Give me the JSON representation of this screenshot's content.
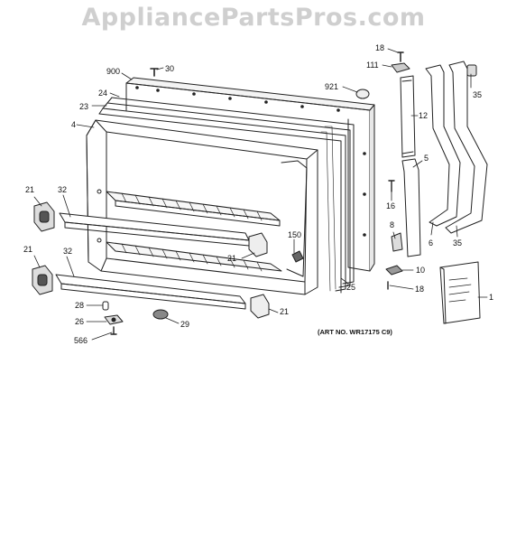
{
  "watermark": "AppliancePartsPros.com",
  "art_number": "(ART NO. WR17175 C9)",
  "callouts": [
    {
      "id": "c-900",
      "text": "900"
    },
    {
      "id": "c-30",
      "text": "30"
    },
    {
      "id": "c-24",
      "text": "24"
    },
    {
      "id": "c-23",
      "text": "23"
    },
    {
      "id": "c-4",
      "text": "4"
    },
    {
      "id": "c-921",
      "text": "921"
    },
    {
      "id": "c-18a",
      "text": "18"
    },
    {
      "id": "c-111",
      "text": "111"
    },
    {
      "id": "c-35a",
      "text": "35"
    },
    {
      "id": "c-12",
      "text": "12"
    },
    {
      "id": "c-5",
      "text": "5"
    },
    {
      "id": "c-16",
      "text": "16"
    },
    {
      "id": "c-8",
      "text": "8"
    },
    {
      "id": "c-6",
      "text": "6"
    },
    {
      "id": "c-35b",
      "text": "35"
    },
    {
      "id": "c-10",
      "text": "10"
    },
    {
      "id": "c-18b",
      "text": "18"
    },
    {
      "id": "c-1",
      "text": "1"
    },
    {
      "id": "c-21a",
      "text": "21"
    },
    {
      "id": "c-32a",
      "text": "32"
    },
    {
      "id": "c-21b",
      "text": "21"
    },
    {
      "id": "c-32b",
      "text": "32"
    },
    {
      "id": "c-150",
      "text": "150"
    },
    {
      "id": "c-21c",
      "text": "21"
    },
    {
      "id": "c-25",
      "text": "25"
    },
    {
      "id": "c-28",
      "text": "28"
    },
    {
      "id": "c-26",
      "text": "26"
    },
    {
      "id": "c-29",
      "text": "29"
    },
    {
      "id": "c-566",
      "text": "566"
    },
    {
      "id": "c-21d",
      "text": "21"
    }
  ]
}
